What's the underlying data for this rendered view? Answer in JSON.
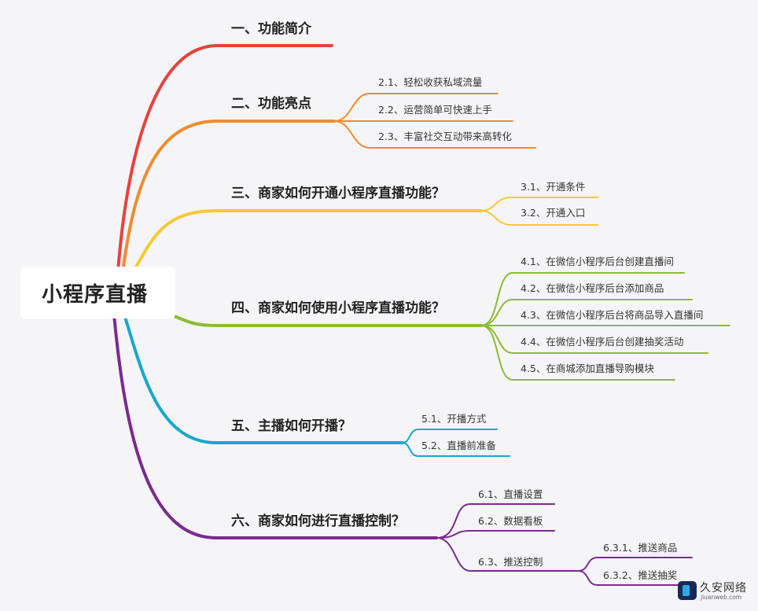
{
  "root": {
    "label": "小程序直播"
  },
  "branches": [
    {
      "label": "一、功能简介",
      "color": "#e8413c",
      "children": []
    },
    {
      "label": "二、功能亮点",
      "color": "#f08c2d",
      "children": [
        {
          "label": "2.1、轻松收获私域流量"
        },
        {
          "label": "2.2、运营简单可快速上手"
        },
        {
          "label": "2.3、丰富社交互动带来高转化"
        }
      ]
    },
    {
      "label": "三、商家如何开通小程序直播功能？",
      "color": "#f5c935",
      "children": [
        {
          "label": "3.1、开通条件"
        },
        {
          "label": "3.2、开通入口"
        }
      ]
    },
    {
      "label": "四、商家如何使用小程序直播功能？",
      "color": "#8cbb33",
      "children": [
        {
          "label": "4.1、在微信小程序后台创建直播间"
        },
        {
          "label": "4.2、在微信小程序后台添加商品"
        },
        {
          "label": "4.3、在微信小程序后台将商品导入直播间"
        },
        {
          "label": "4.4、在微信小程序后台创建抽奖活动"
        },
        {
          "label": "4.5、在商城添加直播导购模块"
        }
      ]
    },
    {
      "label": "五、主播如何开播？",
      "color": "#16a8cf",
      "children": [
        {
          "label": "5.1、开播方式"
        },
        {
          "label": "5.2、直播前准备"
        }
      ]
    },
    {
      "label": "六、商家如何进行直播控制？",
      "color": "#7b2a8e",
      "children": [
        {
          "label": "6.1、直播设置"
        },
        {
          "label": "6.2、数据看板"
        },
        {
          "label": "6.3、推送控制",
          "children": [
            {
              "label": "6.3.1、推送商品"
            },
            {
              "label": "6.3.2、推送抽奖"
            }
          ]
        }
      ]
    }
  ],
  "watermark": {
    "name": "久安网络",
    "domain": "jiuanweb.com"
  }
}
